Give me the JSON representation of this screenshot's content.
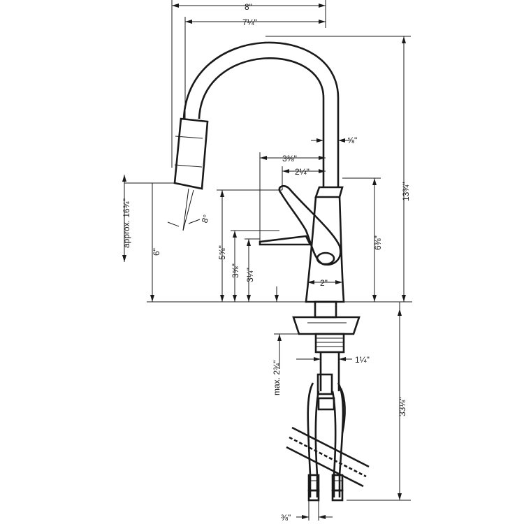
{
  "colors": {
    "line": "#1a1a1a",
    "background": "#ffffff"
  },
  "dimensions": {
    "overall_reach": "8\"",
    "spout_reach": "7¼\"",
    "spout_diameter": "⅝\"",
    "handle_reach": "3⅜\"",
    "handle_offset": "2¼\"",
    "spray_angle": "8°",
    "hose_extension": "approx. 16¾\"",
    "spout_clearance": "6\"",
    "spout_body_height": "6⅜\"",
    "overall_height": "13¾\"",
    "handle_height_a": "5⅝\"",
    "handle_height_b": "3⅝\"",
    "handle_height_c": "3¼\"",
    "base_diameter": "2\"",
    "mounting_hole": "1¼\"",
    "max_deck_thickness": "max. 2¾\"",
    "supply_length": "33⅛\"",
    "supply_connection": "⅜\""
  }
}
